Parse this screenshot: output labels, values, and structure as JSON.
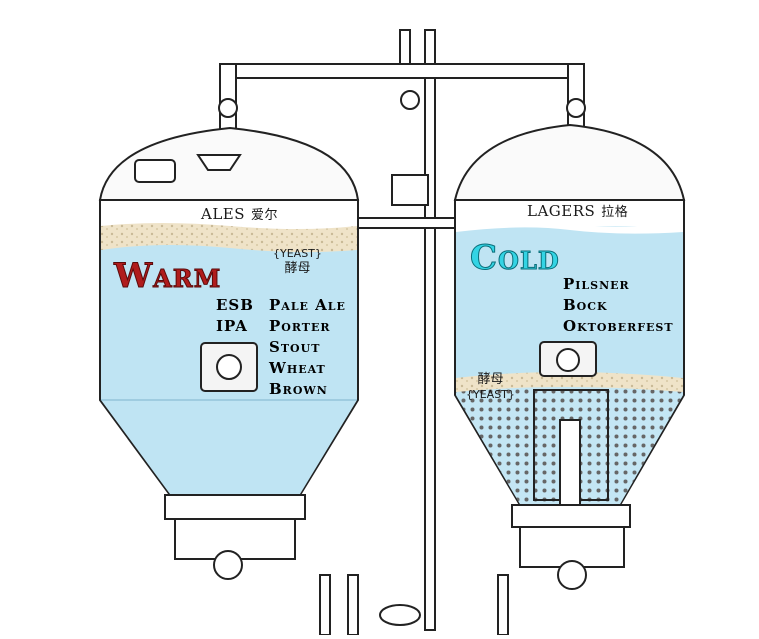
{
  "ales_tank": {
    "title": "ALES",
    "title_zh": "爱尔",
    "yeast_label": "{YEAST}",
    "yeast_zh": "酵母",
    "temperature": "Warm",
    "styles_left": [
      "ESB",
      "IPA"
    ],
    "styles_right": [
      "Pale Ale",
      "Porter",
      "Stout",
      "Wheat",
      "Brown"
    ]
  },
  "lagers_tank": {
    "title": "LAGERS",
    "title_zh": "拉格",
    "yeast_label": "{YEAST}",
    "yeast_zh": "酵母",
    "temperature": "Cold",
    "styles": [
      "Pilsner",
      "Bock",
      "Oktoberfest"
    ]
  },
  "colors": {
    "beer_blue": "#bfe4f3",
    "deep_blue": "#a9d8ee",
    "foam": "#efe3c8",
    "warm": "#b01c1c",
    "cold": "#33d4e4",
    "line": "#222222"
  }
}
